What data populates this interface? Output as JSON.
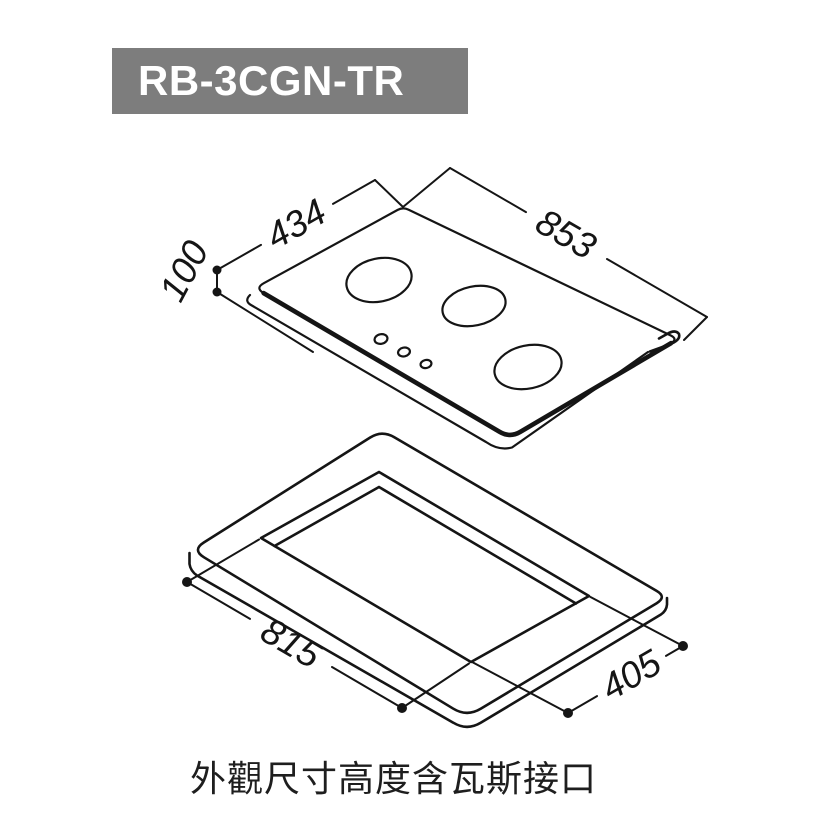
{
  "title_block": {
    "model": "RB-3CGN-TR"
  },
  "caption": {
    "text": "外觀尺寸高度含瓦斯接口"
  },
  "colors": {
    "background": "#ffffff",
    "title_bg": "#7d7d7d",
    "title_text": "#ffffff",
    "line": "#151515"
  },
  "drawing": {
    "type": "isometric-dimension-diagram",
    "cooktop": {
      "width_mm": "853",
      "depth_mm": "434",
      "height_mm": "100",
      "burner_count": 3,
      "knob_count": 3
    },
    "cutout": {
      "length_mm": "815",
      "depth_mm": "405"
    }
  }
}
